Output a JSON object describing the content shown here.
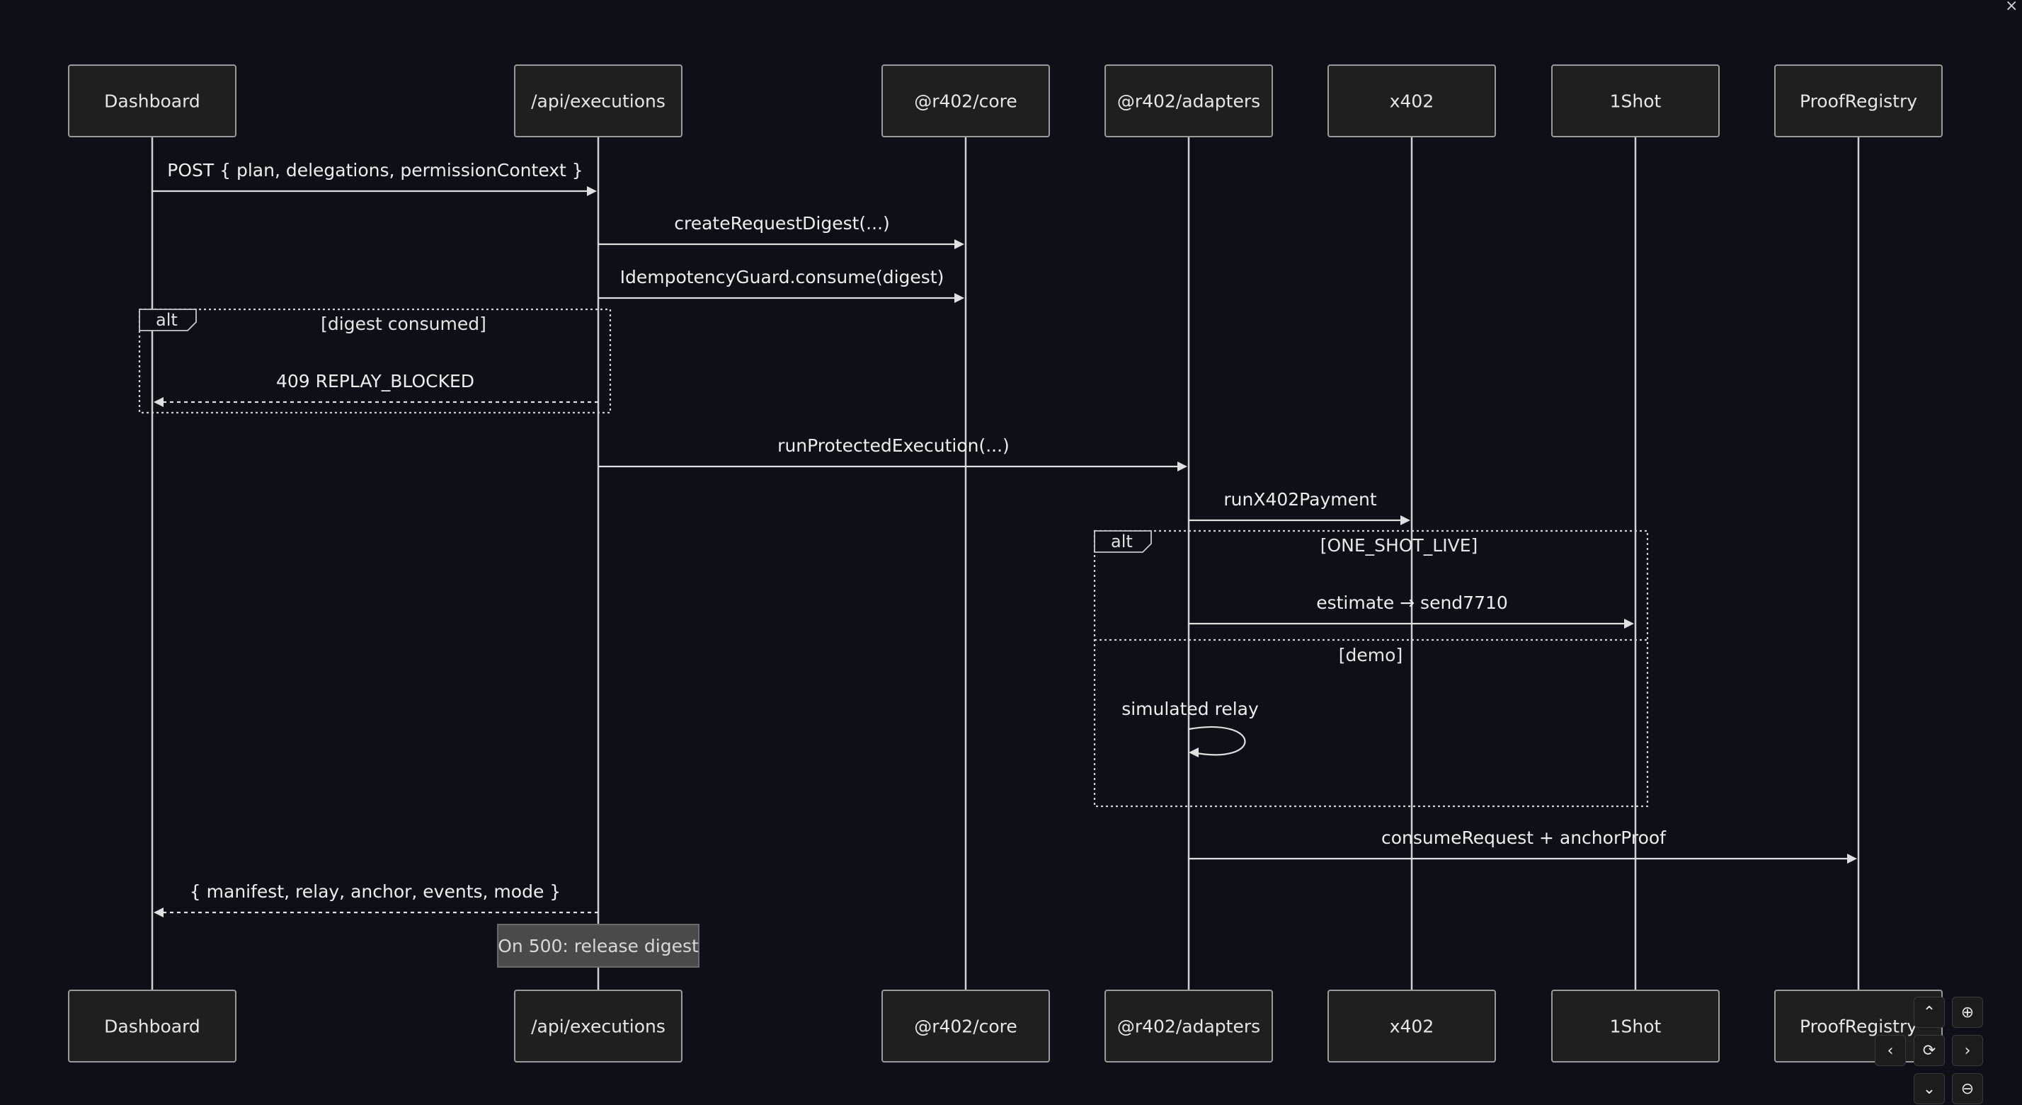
{
  "participants": [
    {
      "id": "dashboard",
      "label": "Dashboard"
    },
    {
      "id": "api",
      "label": "/api/executions"
    },
    {
      "id": "core",
      "label": "@r402/core"
    },
    {
      "id": "adapters",
      "label": "@r402/adapters"
    },
    {
      "id": "x402",
      "label": "x402"
    },
    {
      "id": "oneshot",
      "label": "1Shot"
    },
    {
      "id": "registry",
      "label": "ProofRegistry"
    }
  ],
  "messages": [
    {
      "from": "dashboard",
      "to": "api",
      "label": "POST { plan, delegations, permissionContext }",
      "dashed": false
    },
    {
      "from": "api",
      "to": "core",
      "label": "createRequestDigest(...)",
      "dashed": false
    },
    {
      "from": "api",
      "to": "core",
      "label": "IdempotencyGuard.consume(digest)",
      "dashed": false
    },
    {
      "from": "api",
      "to": "dashboard",
      "label": "409 REPLAY_BLOCKED",
      "dashed": true
    },
    {
      "from": "api",
      "to": "adapters",
      "label": "runProtectedExecution(...)",
      "dashed": false
    },
    {
      "from": "adapters",
      "to": "x402",
      "label": "runX402Payment",
      "dashed": false
    },
    {
      "from": "adapters",
      "to": "oneshot",
      "label": "estimate → send7710",
      "dashed": false
    },
    {
      "from": "adapters",
      "to": "adapters",
      "label": "simulated relay",
      "dashed": false
    },
    {
      "from": "adapters",
      "to": "registry",
      "label": "consumeRequest + anchorProof",
      "dashed": false
    },
    {
      "from": "api",
      "to": "dashboard",
      "label": "{ manifest, relay, anchor, events, mode }",
      "dashed": true
    }
  ],
  "frames": [
    {
      "kind": "alt",
      "conditions": [
        "[digest consumed]"
      ]
    },
    {
      "kind": "alt",
      "conditions": [
        "[ONE_SHOT_LIVE]",
        "[demo]"
      ]
    }
  ],
  "note": {
    "over": "api",
    "text": "On 500: release digest"
  },
  "controls": [
    {
      "name": "pan-up-button",
      "glyph": "⌃",
      "icon": "chevron-up-icon"
    },
    {
      "name": "zoom-in-button",
      "glyph": "⊕",
      "icon": "zoom-in-icon"
    },
    {
      "name": "pan-left-button",
      "glyph": "‹",
      "icon": "chevron-left-icon"
    },
    {
      "name": "reset-view-button",
      "glyph": "⟳",
      "icon": "reset-icon"
    },
    {
      "name": "pan-right-button",
      "glyph": "›",
      "icon": "chevron-right-icon"
    },
    {
      "name": "pan-down-button",
      "glyph": "⌄",
      "icon": "chevron-down-icon"
    },
    {
      "name": "zoom-out-button",
      "glyph": "⊖",
      "icon": "zoom-out-icon"
    }
  ],
  "close_glyph": "×",
  "colors": {
    "background": "#0d1117",
    "box": "#1f1f1f",
    "line": "#d0d0d0",
    "note": "#4a4a4a"
  }
}
